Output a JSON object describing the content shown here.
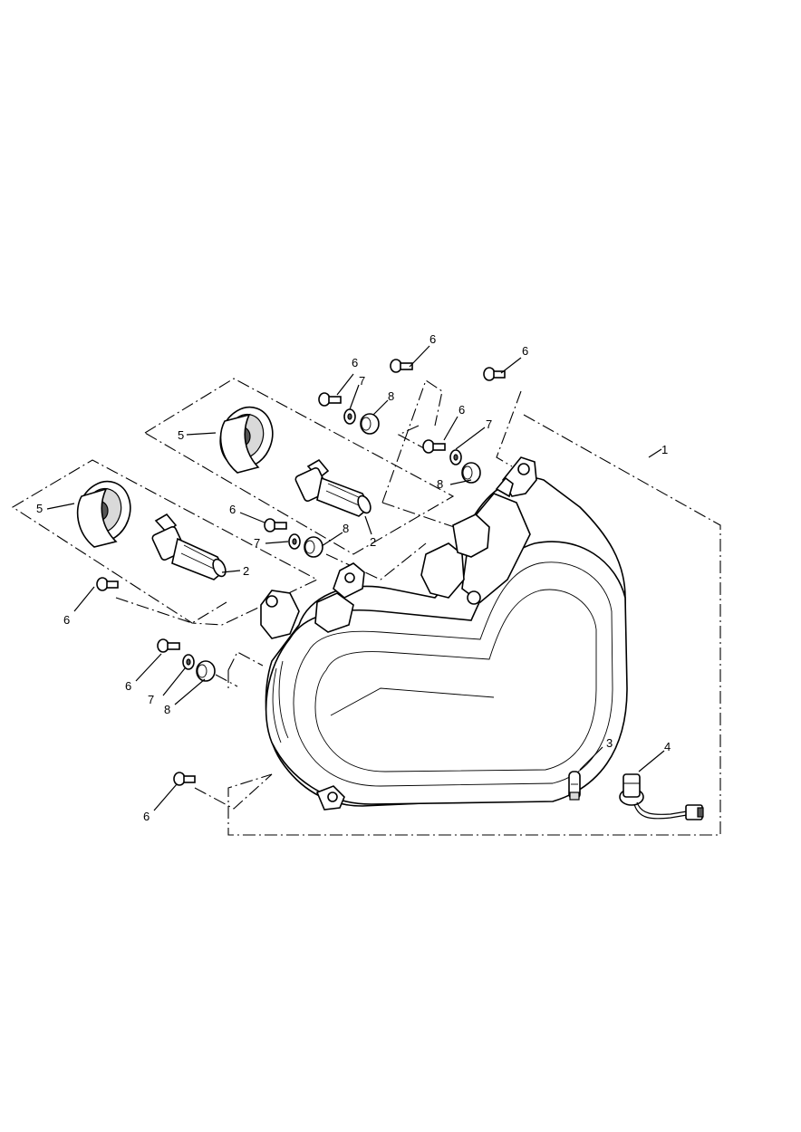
{
  "callouts": {
    "c1": "1",
    "c2a": "2",
    "c2b": "2",
    "c3": "3",
    "c4": "4",
    "c5a": "5",
    "c5b": "5",
    "c6a": "6",
    "c6b": "6",
    "c6c": "6",
    "c6d": "6",
    "c6e": "6",
    "c6f": "6",
    "c6g": "6",
    "c6h": "6",
    "c7a": "7",
    "c7b": "7",
    "c7c": "7",
    "c7d": "7",
    "c8a": "8",
    "c8b": "8",
    "c8c": "8",
    "c8d": "8"
  }
}
